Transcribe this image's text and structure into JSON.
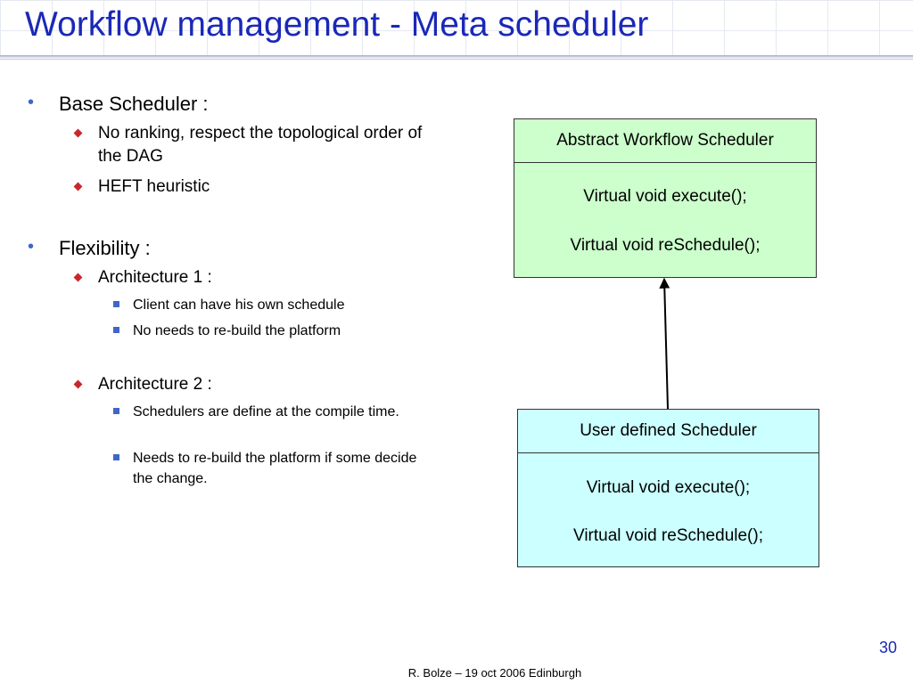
{
  "slide": {
    "title": "Workflow management - Meta scheduler",
    "page_number": "30",
    "footer": "R. Bolze – 19 oct 2006 Edinburgh"
  },
  "bullets": {
    "base_scheduler": {
      "label": "Base Scheduler :",
      "items": [
        "No ranking, respect the topological order of the DAG",
        "HEFT heuristic"
      ]
    },
    "flexibility": {
      "label": "Flexibility :",
      "architectures": [
        {
          "label": "Architecture 1 :",
          "items": [
            "Client can have his own schedule",
            "No needs to re-build the platform"
          ]
        },
        {
          "label": "Architecture 2 :",
          "items": [
            "Schedulers are define at the compile time.",
            "Needs to re-build the platform if some decide the change."
          ]
        }
      ]
    }
  },
  "diagram": {
    "abstract_class": {
      "name": "Abstract Workflow Scheduler",
      "methods": [
        "Virtual void execute();",
        "Virtual void reSchedule();"
      ],
      "fill": "#ccffcc"
    },
    "user_class": {
      "name": "User defined Scheduler",
      "methods": [
        "Virtual void execute();",
        "Virtual void reSchedule();"
      ],
      "fill": "#ccffff"
    }
  },
  "colors": {
    "title": "#1a28b8",
    "bullet_l1": "#3f66c8",
    "bullet_l2": "#c8282d",
    "bullet_l3": "#3f66c8"
  }
}
